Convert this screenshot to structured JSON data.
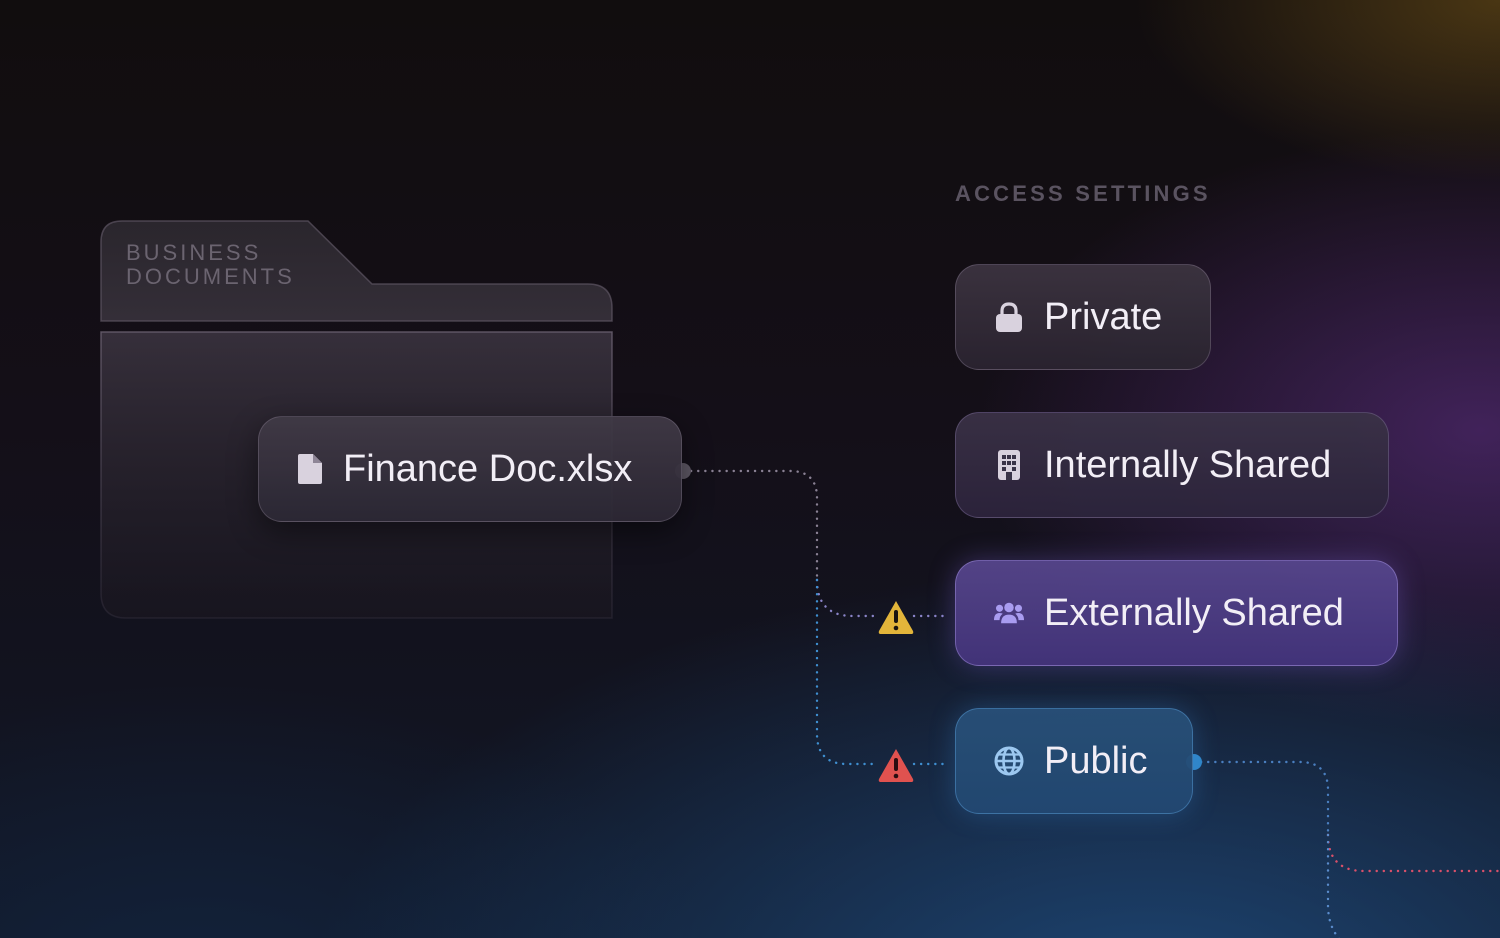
{
  "folder": {
    "label": "BUSINESS\nDOCUMENTS",
    "file": {
      "name": "Finance Doc.xlsx",
      "icon": "document-icon"
    }
  },
  "access_settings": {
    "heading": "ACCESS SETTINGS",
    "options": [
      {
        "label": "Private",
        "icon": "lock-icon"
      },
      {
        "label": "Internally Shared",
        "icon": "building-icon"
      },
      {
        "label": "Externally Shared",
        "icon": "users-icon"
      },
      {
        "label": "Public",
        "icon": "globe-icon"
      }
    ]
  },
  "warnings": [
    {
      "icon": "warning-icon",
      "level": "medium",
      "color": "#e3b53a"
    },
    {
      "icon": "warning-icon",
      "level": "high",
      "color": "#e0524f"
    }
  ],
  "colors": {
    "connector_neutral": "#8a8194",
    "connector_external": "#8a84c8",
    "connector_public": "#3f8fd0",
    "connector_outgoing": "#d9506a",
    "connector_outgoing_down": "#5a8ccc"
  }
}
